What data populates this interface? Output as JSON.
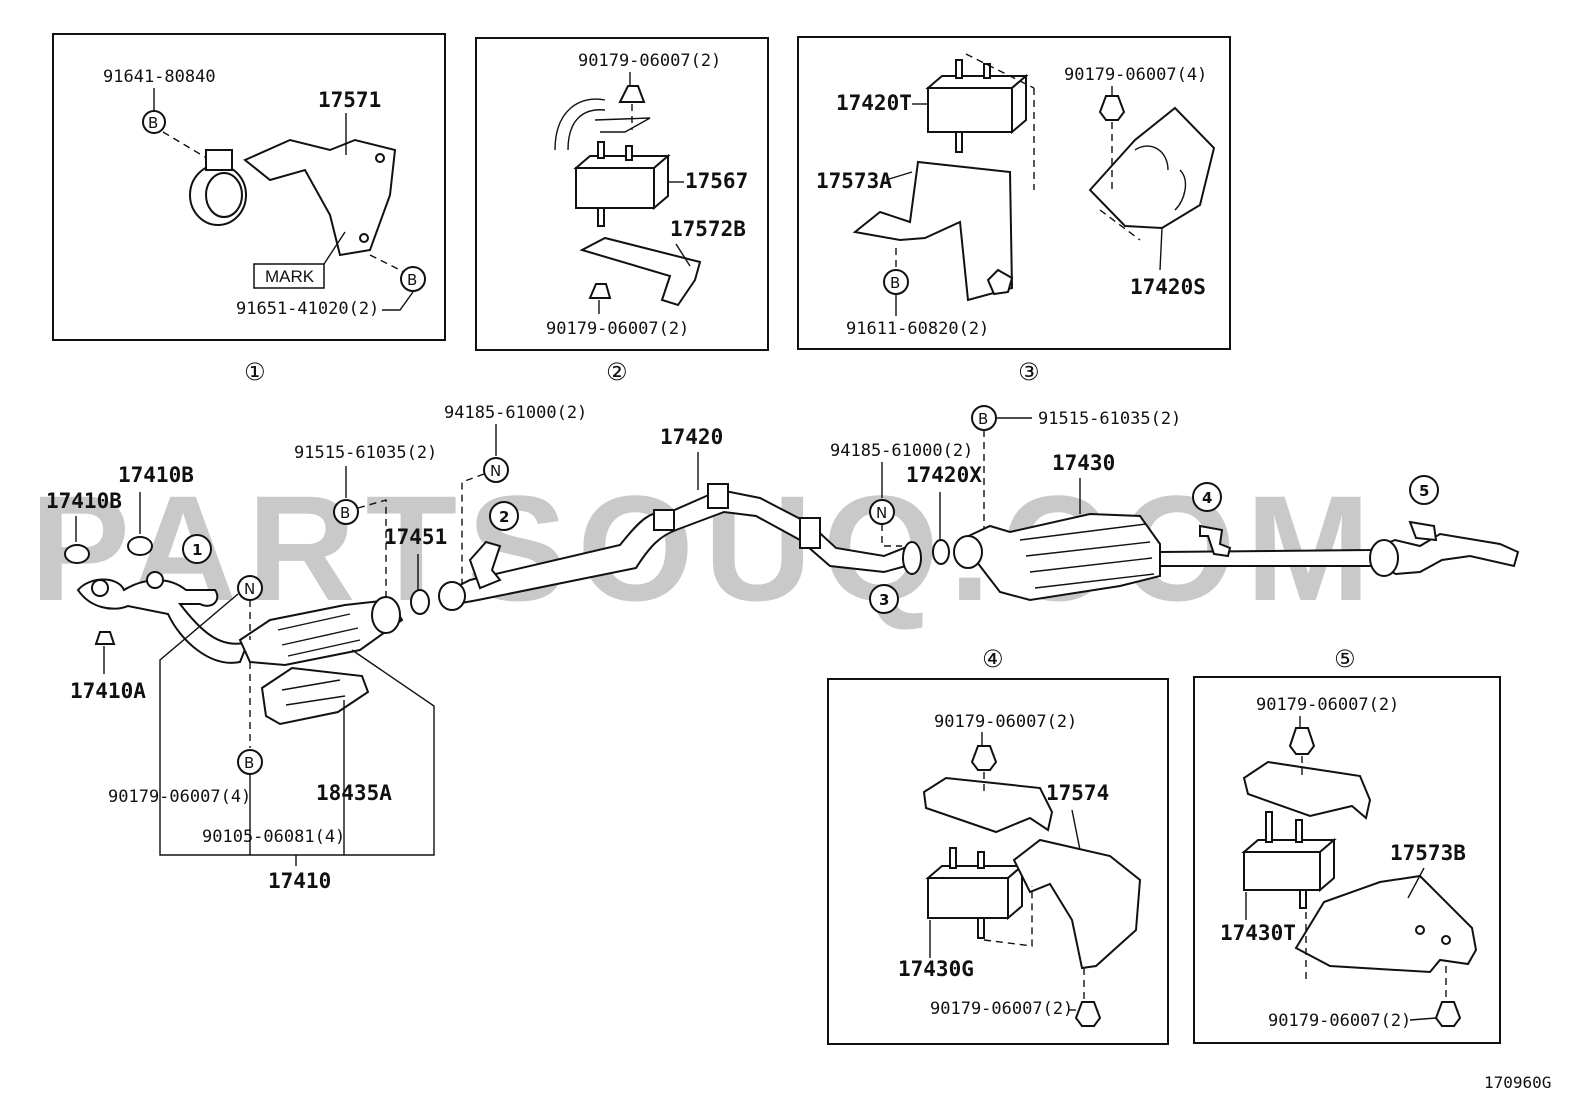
{
  "watermark": "PARTSOUQ.COM",
  "diagram_code": "170960G",
  "mark_label": "MARK",
  "circle_letters": {
    "b": "B",
    "n": "N"
  },
  "view_numbers": {
    "v1": "①",
    "v2": "②",
    "v3": "③",
    "v4": "④",
    "v5": "⑤"
  },
  "callouts": {
    "c1": "1",
    "c2": "2",
    "c3": "3",
    "c4": "4",
    "c5": "5"
  },
  "view1": {
    "bolt": "91641-80840",
    "bracket": "17571",
    "nut": "91651-41020(2)"
  },
  "view2": {
    "nut_top": "90179-06007(2)",
    "mount": "17567",
    "bracket": "17572B",
    "nut_bottom": "90179-06007(2)"
  },
  "view3": {
    "mount": "17420T",
    "nut": "90179-06007(4)",
    "bracket_a": "17573A",
    "bracket_s": "17420S",
    "bolt": "91611-60820(2)"
  },
  "main": {
    "gasket_b1": "17410B",
    "gasket_b2": "17410B",
    "nut_a": "17410A",
    "bolt_front": "91515-61035(2)",
    "gasket_front": "17451",
    "nut_front_n": "94185-61000(2)",
    "center_pipe": "17420",
    "nut_rear_n": "94185-61000(2)",
    "gasket_x": "17420X",
    "bolt_rear": "91515-61035(2)",
    "muffler": "17430",
    "nut_b": "90179-06007(4)",
    "heat_insulator": "18435A",
    "stud": "90105-06081(4)",
    "front_pipe": "17410"
  },
  "view4": {
    "nut_top": "90179-06007(2)",
    "bracket": "17574",
    "mount": "17430G",
    "nut_bottom": "90179-06007(2)"
  },
  "view5": {
    "nut_top": "90179-06007(2)",
    "bracket": "17573B",
    "mount": "17430T",
    "nut_bottom": "90179-06007(2)"
  }
}
